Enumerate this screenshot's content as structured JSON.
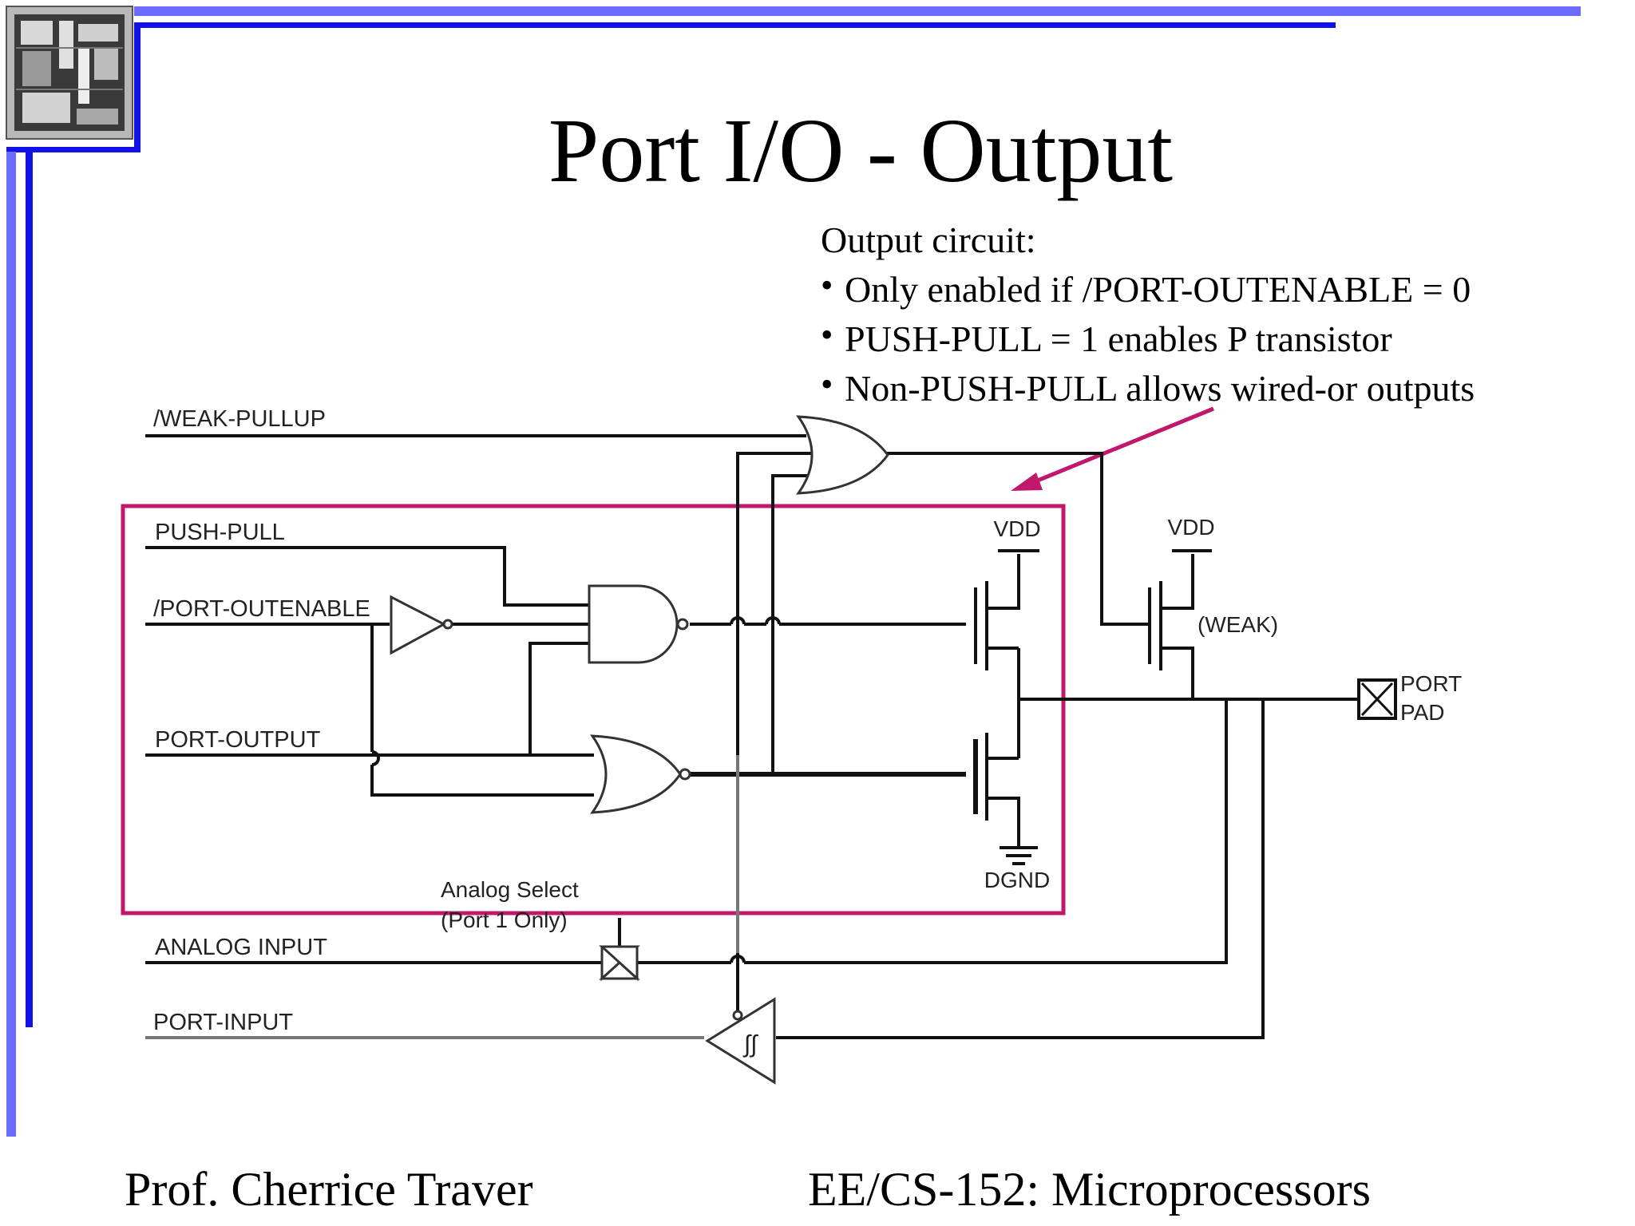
{
  "slide": {
    "title": "Port I/O - Output",
    "footer_left": "Prof. Cherrice Traver",
    "footer_right": "EE/CS-152: Microprocessors"
  },
  "notes": {
    "heading": "Output circuit:",
    "bullets": [
      "Only enabled if /PORT-OUTENABLE = 0",
      "PUSH-PULL = 1 enables P transistor",
      "Non-PUSH-PULL allows wired-or outputs"
    ]
  },
  "diagram": {
    "signals": {
      "weak_pullup": "/WEAK-PULLUP",
      "push_pull": "PUSH-PULL",
      "port_outenable": "/PORT-OUTENABLE",
      "port_output": "PORT-OUTPUT",
      "analog_input": "ANALOG INPUT",
      "port_input": "PORT-INPUT"
    },
    "labels": {
      "vdd_main": "VDD",
      "vdd_weak": "VDD",
      "weak": "(WEAK)",
      "dgnd": "DGND",
      "pad_line1": "PORT",
      "pad_line2": "PAD",
      "analog_select_1": "Analog Select",
      "analog_select_2": "(Port 1 Only)"
    }
  },
  "colors": {
    "accent_bar_light": "#6b6bff",
    "accent_bar_dark": "#1212e6",
    "highlight_box": "#c0186a",
    "arrow": "#c0186a"
  }
}
